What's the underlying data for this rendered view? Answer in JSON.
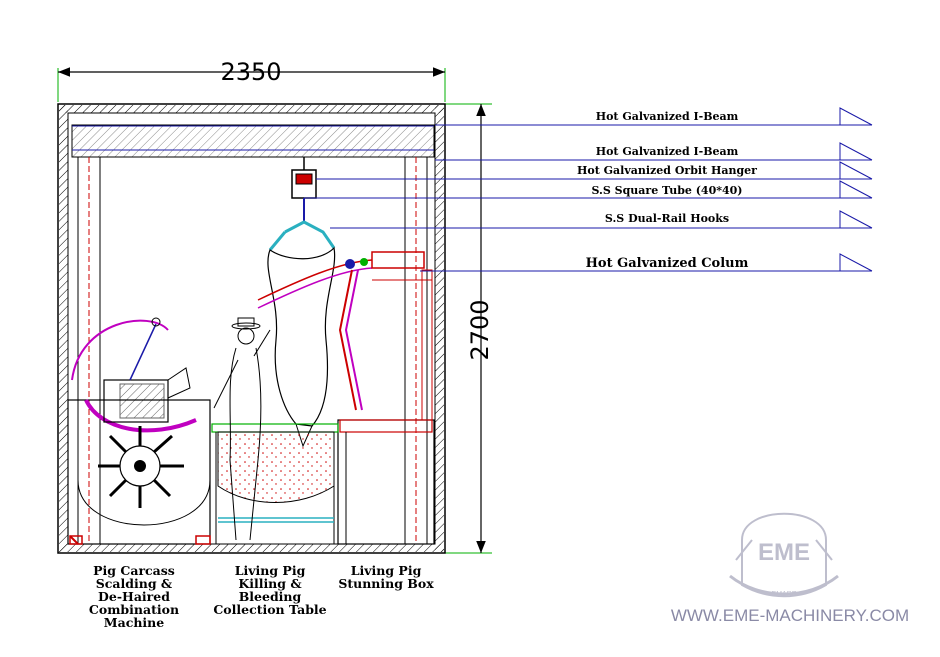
{
  "dimensions": {
    "width": "2350",
    "height": "2700"
  },
  "callouts": [
    {
      "text": "Hot Galvanized I-Beam"
    },
    {
      "text": "Hot Galvanized I-Beam"
    },
    {
      "text": "Hot Galvanized Orbit Hanger"
    },
    {
      "text": "S.S Square Tube (40*40)"
    },
    {
      "text": "S.S Dual-Rail Hooks"
    },
    {
      "text": "Hot Galvanized Colum"
    }
  ],
  "captions": {
    "machine": [
      "Pig Carcass",
      "Scalding &",
      "De-Haired",
      "Combination",
      "Machine"
    ],
    "table": [
      "Living Pig",
      "Killing &",
      "Bleeding",
      "Collection Table"
    ],
    "box": [
      "Living Pig",
      "Stunning Box"
    ]
  },
  "logo": {
    "text": "EME",
    "sub": "EMARE"
  },
  "website": "WWW.EME-MACHINERY.COM",
  "colors": {
    "frame": "#000000",
    "blue": "#1a1aa8",
    "magenta": "#c000c0",
    "red": "#cc0000",
    "green": "#00b000",
    "cyan": "#2ab0c0",
    "watermark": "#8a8aa6"
  }
}
